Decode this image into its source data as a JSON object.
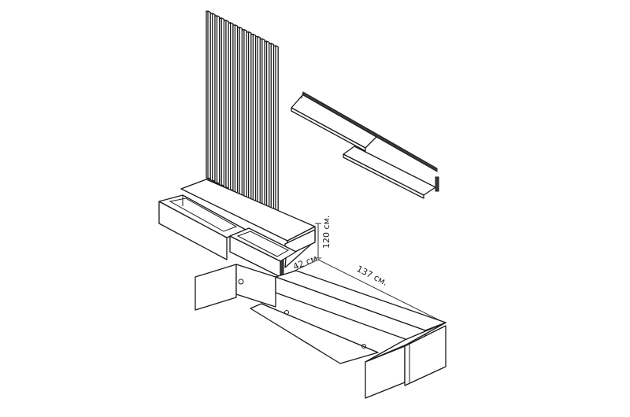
{
  "dimensions": {
    "height_label": "120 см.",
    "depth_label": "42 см.",
    "width_label": "137 см."
  },
  "colors": {
    "line": "#1a1a1a",
    "fill": "#ffffff",
    "edge_dark": "#3a3a3a"
  }
}
